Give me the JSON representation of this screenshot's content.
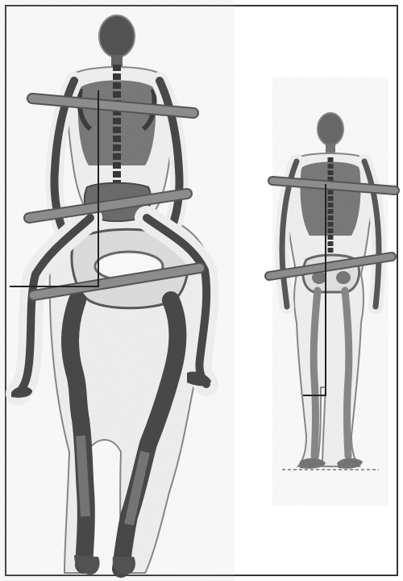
{
  "figure": {
    "panels": [
      {
        "subject": "rider-on-horse-rear-view"
      },
      {
        "subject": "standing-person-rear-view"
      }
    ],
    "colors": {
      "frame": "#333333",
      "outline": "#8a8a8a",
      "skin": "#f3f3f3",
      "bone_dark": "#4a4a4a",
      "bone_mid": "#6e6e6e",
      "ribcage": "#7c7c7c",
      "pelvis_light": "#e6e6e6",
      "bar": "#8c8c8c",
      "bar_edge": "#555555",
      "plumb_line": "#222222"
    },
    "icons": [
      "skeleton-figure",
      "horizontal-alignment-bar",
      "plumb-line"
    ]
  }
}
